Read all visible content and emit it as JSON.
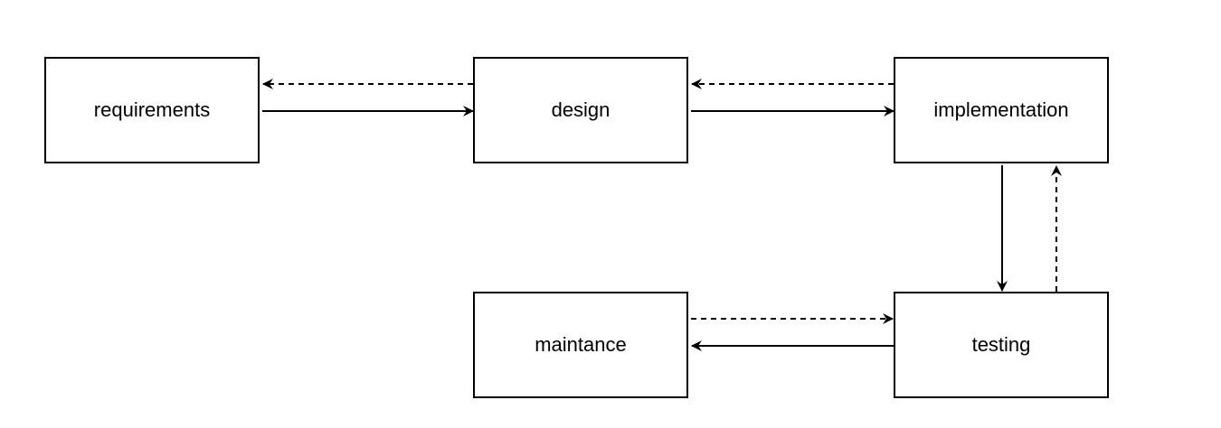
{
  "nodes": {
    "requirements": "requirements",
    "design": "design",
    "implementation": "implementation",
    "testing": "testing",
    "maintance": "maintance"
  },
  "edges": [
    {
      "from": "requirements",
      "to": "design",
      "style": "solid"
    },
    {
      "from": "design",
      "to": "requirements",
      "style": "dashed"
    },
    {
      "from": "design",
      "to": "implementation",
      "style": "solid"
    },
    {
      "from": "implementation",
      "to": "design",
      "style": "dashed"
    },
    {
      "from": "implementation",
      "to": "testing",
      "style": "solid"
    },
    {
      "from": "testing",
      "to": "implementation",
      "style": "dashed"
    },
    {
      "from": "testing",
      "to": "maintance",
      "style": "solid"
    },
    {
      "from": "maintance",
      "to": "testing",
      "style": "dashed"
    }
  ],
  "colors": {
    "stroke": "#000000",
    "background": "#ffffff"
  }
}
